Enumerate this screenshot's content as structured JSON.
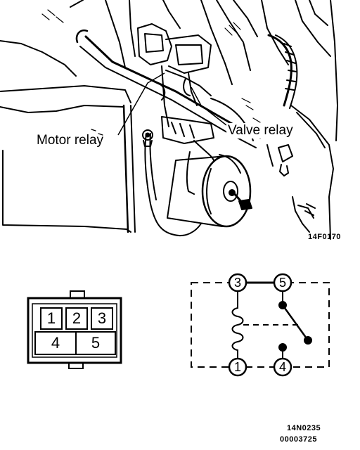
{
  "illustration": {
    "labels": {
      "motor_relay": "Motor relay",
      "valve_relay": "Valve relay"
    },
    "figure_code": "14F0170"
  },
  "connector": {
    "pins_top": [
      "1",
      "2",
      "3"
    ],
    "pins_bottom": [
      "4",
      "5"
    ]
  },
  "relay_schematic": {
    "terminals": {
      "top_left": "3",
      "top_right": "5",
      "bottom_left": "1",
      "bottom_right": "4"
    }
  },
  "footer": {
    "code_line1": "14N0235",
    "code_line2": "00003725"
  }
}
